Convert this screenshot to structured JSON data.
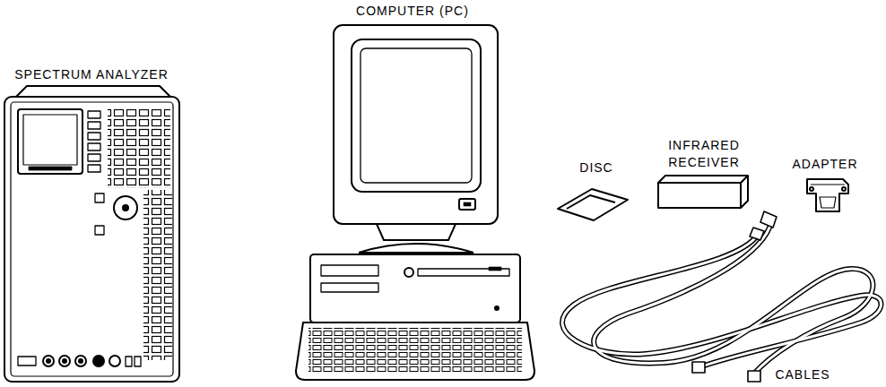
{
  "diagram": {
    "labels": [
      "COMPUTER (PC)",
      "SPECTRUM ANALYZER",
      "DISC",
      "INFRARED RECEIVER",
      "ADAPTER",
      "CABLES"
    ]
  }
}
